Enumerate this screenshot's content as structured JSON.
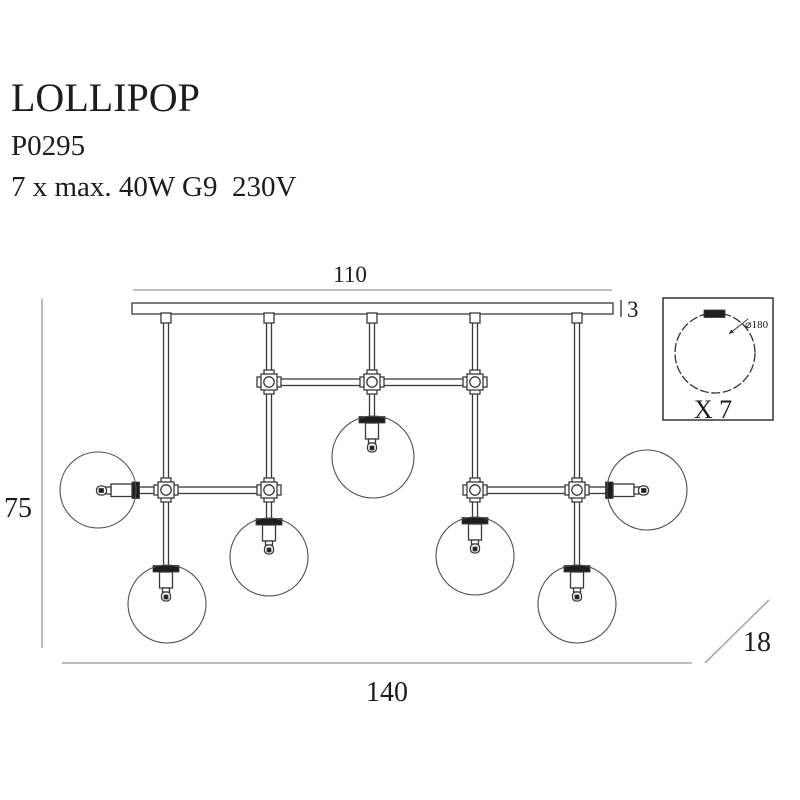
{
  "header": {
    "title": "LOLLIPOP",
    "model": "P0295",
    "spec": "7 x max. 40W G9  230V"
  },
  "dimensions": {
    "canopy_width": "110",
    "canopy_thickness": "3",
    "height": "75",
    "total_width": "140",
    "depth": "18"
  },
  "detail_box": {
    "shade_diameter": "⌀180",
    "quantity": "X 7"
  },
  "fixture": {
    "globe_count": 7,
    "rod_count": 5
  },
  "colors": {
    "line": "#3a3a3a",
    "dimension_line": "#a9a9a9",
    "text": "#1c1c1c",
    "socket_fill": "#1e1e1e",
    "background": "#ffffff"
  }
}
